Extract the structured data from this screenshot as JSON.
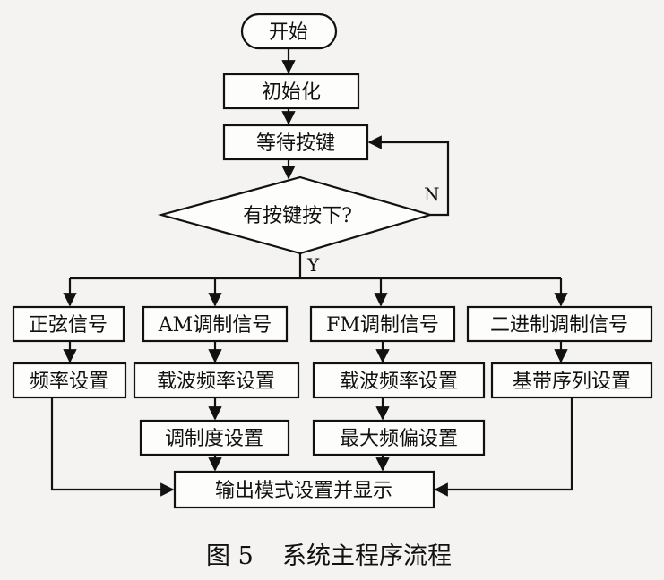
{
  "flowchart": {
    "start": "开始",
    "init": "初始化",
    "wait": "等待按键",
    "decision": "有按键按下?",
    "no_label": "N",
    "yes_label": "Y",
    "branches": {
      "sine": {
        "title": "正弦信号",
        "steps": [
          "频率设置"
        ]
      },
      "am": {
        "title": "AM调制信号",
        "steps": [
          "载波频率设置",
          "调制度设置"
        ]
      },
      "fm": {
        "title": "FM调制信号",
        "steps": [
          "载波频率设置",
          "最大频偏设置"
        ]
      },
      "binary": {
        "title": "二进制调制信号",
        "steps": [
          "基带序列设置"
        ]
      }
    },
    "output": "输出模式设置并显示"
  },
  "caption": {
    "figure": "图 5",
    "title": "系统主程序流程"
  }
}
